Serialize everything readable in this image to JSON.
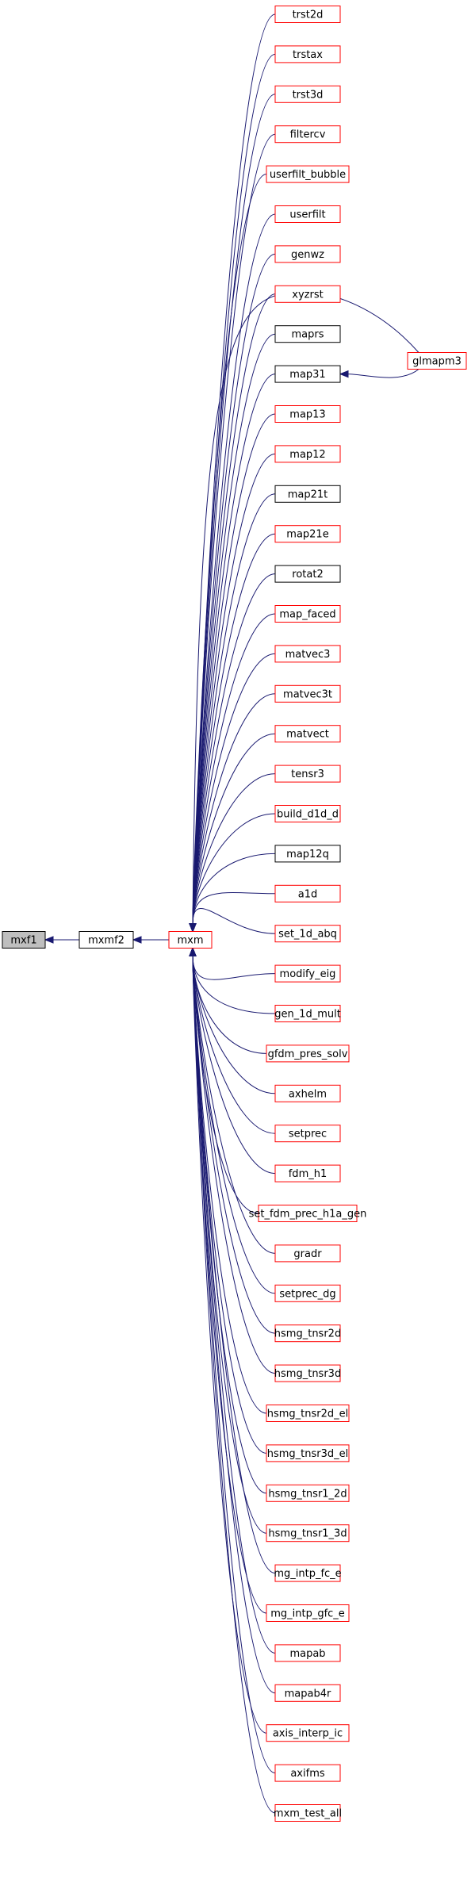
{
  "graph": {
    "root": {
      "id": "mxf1",
      "label": "mxf1"
    },
    "level1": {
      "id": "mxmf2",
      "label": "mxmf2"
    },
    "hub": {
      "id": "mxm",
      "label": "mxm"
    },
    "callers": [
      {
        "label": "trst2d",
        "border": "red"
      },
      {
        "label": "trstax",
        "border": "red"
      },
      {
        "label": "trst3d",
        "border": "red"
      },
      {
        "label": "filtercv",
        "border": "red"
      },
      {
        "label": "userfilt_bubble",
        "border": "red"
      },
      {
        "label": "userfilt",
        "border": "red"
      },
      {
        "label": "genwz",
        "border": "red"
      },
      {
        "label": "xyzrst",
        "border": "red"
      },
      {
        "label": "maprs",
        "border": "black"
      },
      {
        "label": "map31",
        "border": "black"
      },
      {
        "label": "map13",
        "border": "red"
      },
      {
        "label": "map12",
        "border": "red"
      },
      {
        "label": "map21t",
        "border": "black"
      },
      {
        "label": "map21e",
        "border": "red"
      },
      {
        "label": "rotat2",
        "border": "black"
      },
      {
        "label": "map_faced",
        "border": "red"
      },
      {
        "label": "matvec3",
        "border": "red"
      },
      {
        "label": "matvec3t",
        "border": "red"
      },
      {
        "label": "matvect",
        "border": "red"
      },
      {
        "label": "tensr3",
        "border": "red"
      },
      {
        "label": "build_d1d_d",
        "border": "red"
      },
      {
        "label": "map12q",
        "border": "black"
      },
      {
        "label": "a1d",
        "border": "red"
      },
      {
        "label": "set_1d_abq",
        "border": "red"
      },
      {
        "label": "modify_eig",
        "border": "red"
      },
      {
        "label": "gen_1d_mult",
        "border": "red"
      },
      {
        "label": "gfdm_pres_solv",
        "border": "red"
      },
      {
        "label": "axhelm",
        "border": "red"
      },
      {
        "label": "setprec",
        "border": "red"
      },
      {
        "label": "fdm_h1",
        "border": "red"
      },
      {
        "label": "set_fdm_prec_h1a_gen",
        "border": "red"
      },
      {
        "label": "gradr",
        "border": "red"
      },
      {
        "label": "setprec_dg",
        "border": "red"
      },
      {
        "label": "hsmg_tnsr2d",
        "border": "red"
      },
      {
        "label": "hsmg_tnsr3d",
        "border": "red"
      },
      {
        "label": "hsmg_tnsr2d_el",
        "border": "red"
      },
      {
        "label": "hsmg_tnsr3d_el",
        "border": "red"
      },
      {
        "label": "hsmg_tnsr1_2d",
        "border": "red"
      },
      {
        "label": "hsmg_tnsr1_3d",
        "border": "red"
      },
      {
        "label": "mg_intp_fc_e",
        "border": "red"
      },
      {
        "label": "mg_intp_gfc_e",
        "border": "red"
      },
      {
        "label": "mapab",
        "border": "red"
      },
      {
        "label": "mapab4r",
        "border": "red"
      },
      {
        "label": "axis_interp_ic",
        "border": "red"
      },
      {
        "label": "axifms",
        "border": "red"
      },
      {
        "label": "mxm_test_all",
        "border": "red"
      }
    ],
    "glmapm3": {
      "label": "glmapm3",
      "border": "red"
    }
  },
  "colors": {
    "edge": "#191970",
    "red_border": "#ff0000",
    "black_border": "#000000",
    "root_fill": "#bfbfbf"
  }
}
